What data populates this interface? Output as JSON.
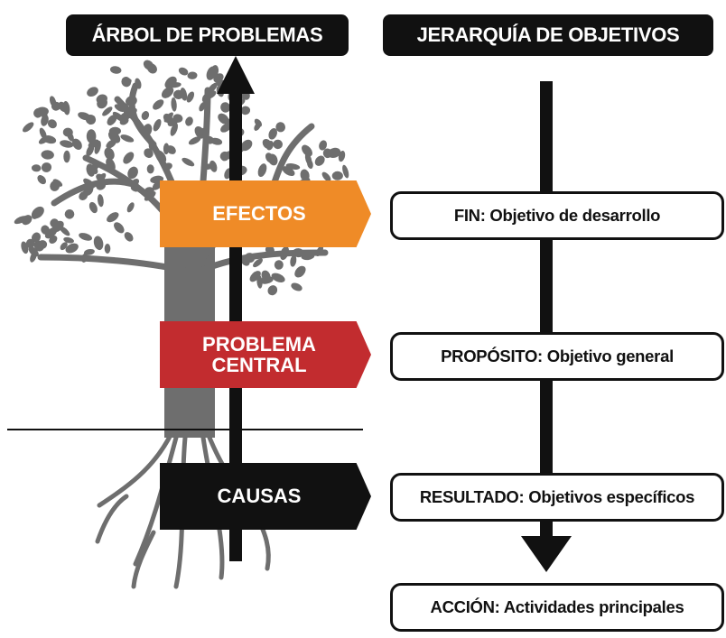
{
  "headers": {
    "left": "ÁRBOL DE PROBLEMAS",
    "right": "JERARQUÍA DE OBJETIVOS"
  },
  "tree_tags": {
    "efectos": "EFECTOS",
    "problema_line1": "PROBLEMA",
    "problema_line2": "CENTRAL",
    "causas": "CAUSAS"
  },
  "objectives": {
    "fin": "FIN: Objetivo de desarrollo",
    "proposito": "PROPÓSITO: Objetivo general",
    "resultado": "RESULTADO: Objetivos específicos",
    "accion": "ACCIÓN: Actividades principales"
  },
  "colors": {
    "efectos": "#ef8b27",
    "problema": "#c22c2f",
    "causas": "#111111",
    "tree": "#6e6e6e"
  },
  "icons": {
    "tree": "tree-illustration",
    "up_arrow": "arrow-up-icon",
    "down_arrow": "arrow-down-icon"
  }
}
